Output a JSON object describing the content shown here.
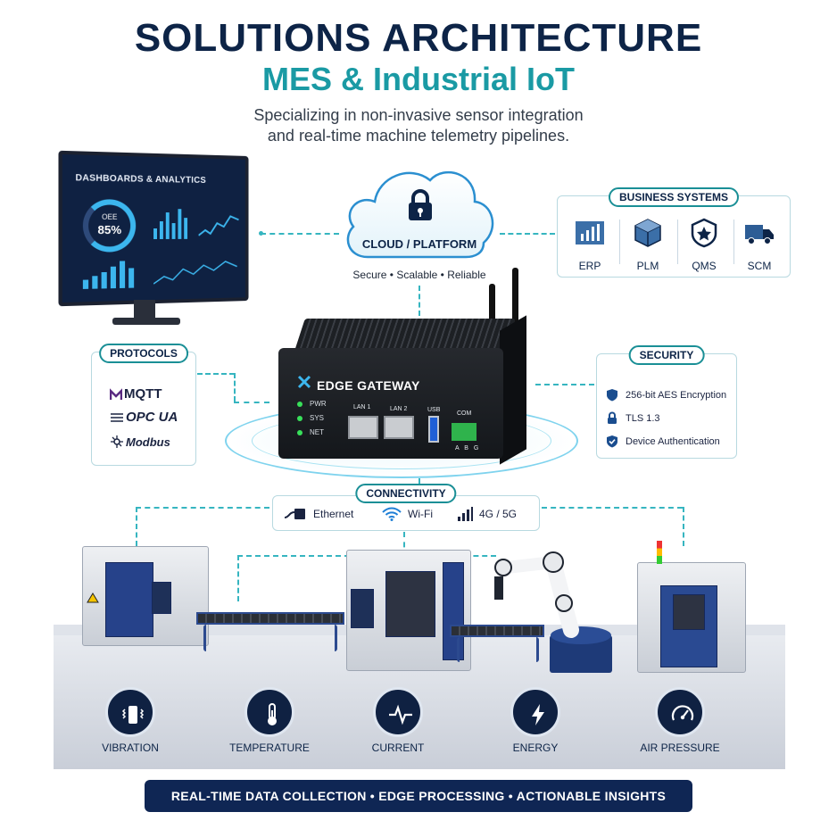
{
  "header": {
    "title": "SOLUTIONS ARCHITECTURE",
    "subtitle": "MES & Industrial IoT",
    "tagline_line1": "Specializing in non-invasive sensor integration",
    "tagline_line2": "and real-time machine telemetry pipelines."
  },
  "dashboard": {
    "title": "DASHBOARDS & ANALYTICS",
    "gauge_label": "OEE",
    "gauge_value": "85%"
  },
  "cloud": {
    "label": "CLOUD / PLATFORM",
    "tagline": "Secure • Scalable • Reliable"
  },
  "business_systems": {
    "title": "BUSINESS SYSTEMS",
    "items": [
      {
        "label": "ERP",
        "icon": "bar-chart-icon"
      },
      {
        "label": "PLM",
        "icon": "cube-icon"
      },
      {
        "label": "QMS",
        "icon": "badge-star-icon"
      },
      {
        "label": "SCM",
        "icon": "truck-icon"
      }
    ]
  },
  "protocols": {
    "title": "PROTOCOLS",
    "items": [
      "MQTT",
      "OPC UA",
      "Modbus"
    ]
  },
  "gateway": {
    "name": "EDGE GATEWAY",
    "leds": [
      "PWR",
      "SYS",
      "NET"
    ],
    "ports": [
      "LAN 1",
      "LAN 2",
      "USB",
      "COM"
    ],
    "com_pins": "A B G"
  },
  "security": {
    "title": "SECURITY",
    "items": [
      {
        "label": "256-bit AES Encryption",
        "icon": "shield-icon"
      },
      {
        "label": "TLS 1.3",
        "icon": "lock-icon"
      },
      {
        "label": "Device Authentication",
        "icon": "shield-check-icon"
      }
    ]
  },
  "connectivity": {
    "title": "CONNECTIVITY",
    "items": [
      {
        "label": "Ethernet",
        "icon": "ethernet-icon"
      },
      {
        "label": "Wi-Fi",
        "icon": "wifi-icon"
      },
      {
        "label": "4G / 5G",
        "icon": "signal-icon"
      }
    ]
  },
  "sensors": [
    {
      "label": "VIBRATION",
      "icon": "vibration-icon"
    },
    {
      "label": "TEMPERATURE",
      "icon": "thermometer-icon"
    },
    {
      "label": "CURRENT",
      "icon": "waveform-icon"
    },
    {
      "label": "ENERGY",
      "icon": "lightning-icon"
    },
    {
      "label": "AIR PRESSURE",
      "icon": "pressure-gauge-icon"
    }
  ],
  "footer_banner": "REAL-TIME DATA COLLECTION  •  EDGE PROCESSING  •  ACTIONABLE INSIGHTS",
  "colors": {
    "navy": "#0d2447",
    "teal": "#1a9aa4",
    "connector": "#36b5c0"
  }
}
